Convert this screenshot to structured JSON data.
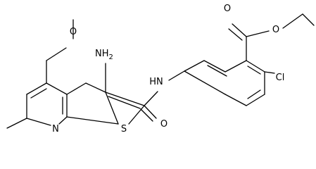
{
  "structure": {
    "ink_color": "#000000",
    "background_color": "#ffffff",
    "atom_labels": {
      "ring_nitrogen": "N",
      "ring_sulfur": "S",
      "methoxy_oxygen": "O",
      "amino": "NH",
      "amino_subscript": "2",
      "amide_nh": "HN",
      "amide_oxygen": "O",
      "ester_carbonyl_oxygen": "O",
      "ester_ether_oxygen": "O",
      "chlorine": "Cl"
    }
  }
}
